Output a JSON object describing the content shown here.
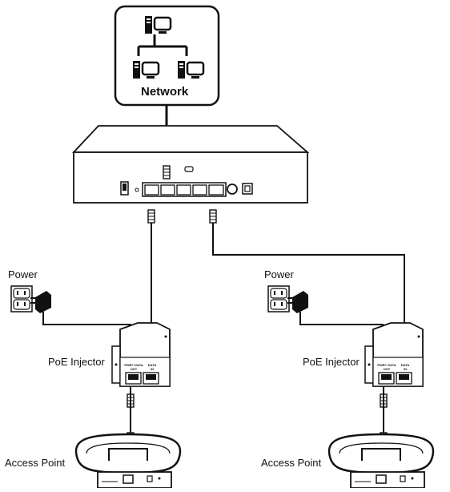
{
  "labels": {
    "network": "Network",
    "power_left": "Power",
    "power_right": "Power",
    "poe_left": "PoE Injector",
    "poe_right": "PoE Injector",
    "ap_left": "Access Point",
    "ap_right": "Access Point",
    "poe_out_left": "PWR+ DATA\nOUT",
    "poe_in_left": "DATA\nIN",
    "poe_out_right": "PWR+ DATA\nOUT",
    "poe_in_right": "DATA\nIN"
  },
  "icons": [
    "network-icon",
    "router-icon",
    "power-outlet-icon",
    "power-adapter-icon",
    "poe-injector-icon",
    "access-point-icon",
    "ethernet-plug-icon"
  ]
}
